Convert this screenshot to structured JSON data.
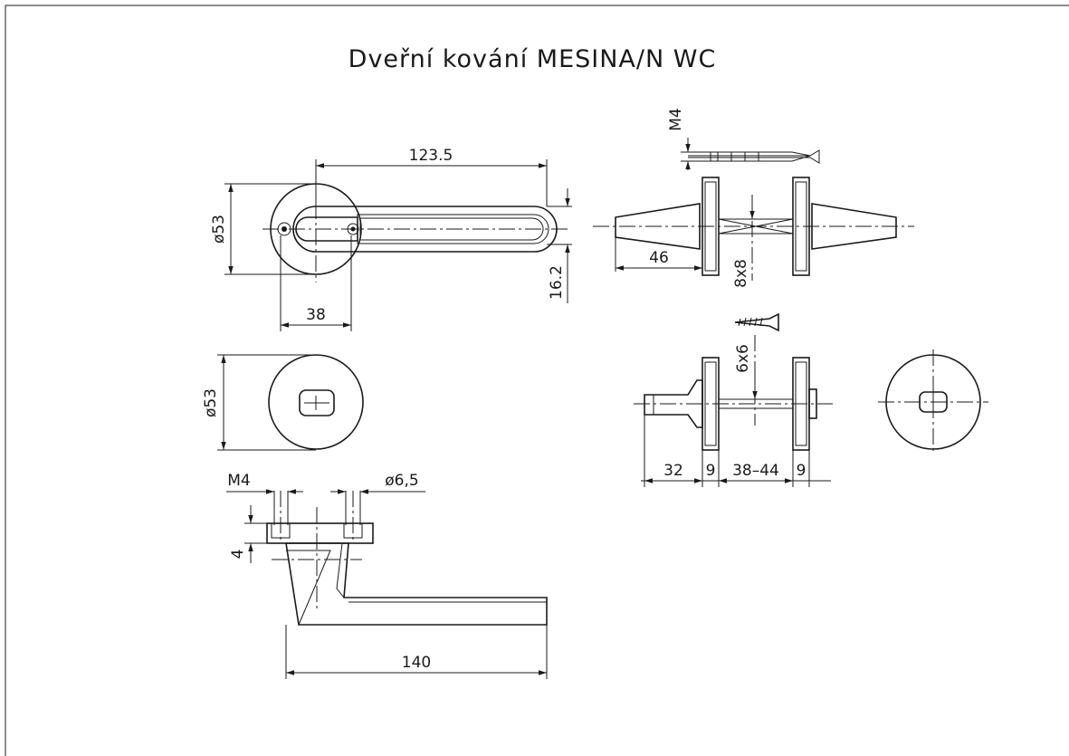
{
  "title": "Dveřní kování MESINA/N WC",
  "dimensions": {
    "lever_length": "123.5",
    "rose_diameter_top": "ø53",
    "rose_offset": "38",
    "lever_thickness": "16.2",
    "rose_diameter_bottom": "ø53",
    "thread_top": "M4",
    "thread_side": "M4",
    "hole_diameter": "ø6,5",
    "screw_height": "4",
    "lever_total": "140",
    "spindle_offset": "46",
    "spindle_square": "8x8",
    "wc_spindle": "6x6",
    "knob_length": "32",
    "rose_gap_left": "9",
    "door_thickness": "38–44",
    "rose_gap_right": "9"
  }
}
